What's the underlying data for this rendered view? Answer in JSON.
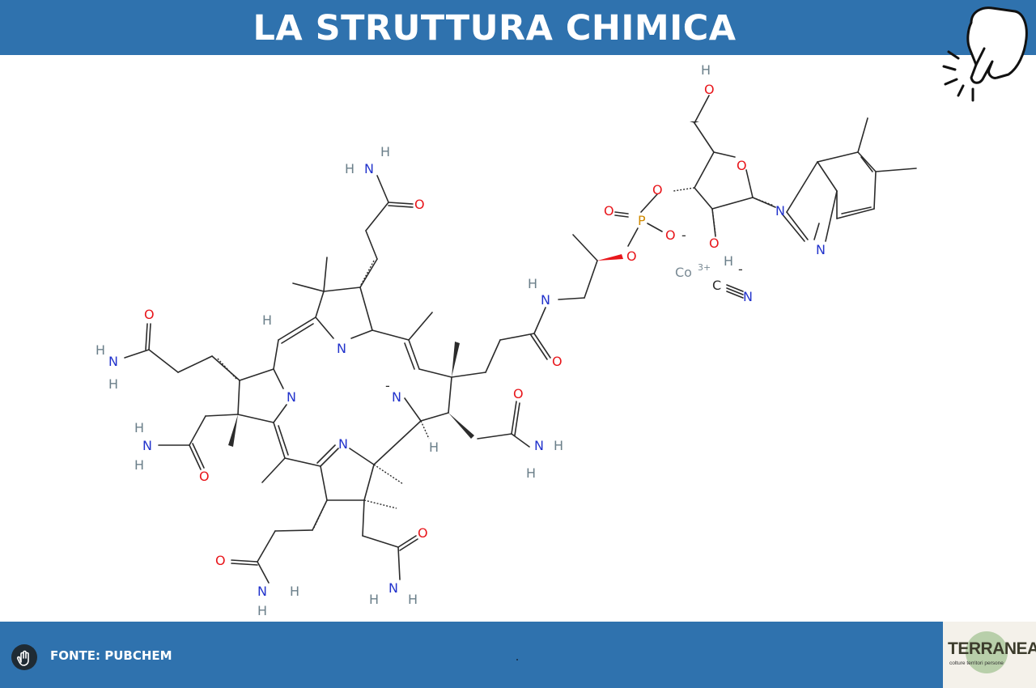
{
  "header": {
    "title": "LA STRUTTURA CHIMICA",
    "hand_icon": "pointing-hand-icon"
  },
  "colors": {
    "banner": "#2f72ae",
    "carbon_bond": "#2b2b2b",
    "nitrogen": "#2233cc",
    "oxygen": "#e8161b",
    "phosphorus": "#d08a00",
    "hydrogen": "#6b7f8a",
    "cobalt": "#7a8a94"
  },
  "molecule": {
    "atoms": {
      "H": "H",
      "N": "N",
      "O": "O",
      "P": "P",
      "C": "C",
      "Co": "Co",
      "charge_3plus": "3+",
      "charge_minus": "-"
    }
  },
  "footer": {
    "icon": "hand-touch-icon",
    "source": "FONTE: PUBCHEM"
  },
  "logo": {
    "name": "TERRANEA",
    "tagline": "colture territori persone"
  }
}
